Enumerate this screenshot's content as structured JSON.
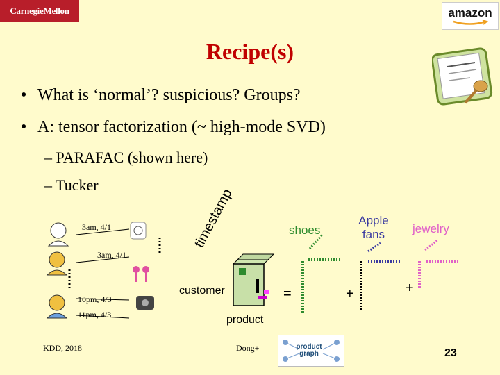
{
  "header": {
    "cmu_logo": "CarnegieMellon",
    "amazon_logo": "amazon"
  },
  "slide": {
    "title": "Recipe(s)",
    "bullets": [
      "What is ‘normal’? suspicious? Groups?",
      "A: tensor factorization (~ high-mode SVD)"
    ],
    "sub_bullets": [
      "– PARAFAC (shown here)",
      "– Tucker"
    ]
  },
  "diagram": {
    "time_labels": [
      "3am, 4/1",
      "3am, 4/1",
      "10pm, 4/3",
      "11pm, 4/3"
    ],
    "axis_timestamp": "timestamp",
    "axis_customer": "customer",
    "axis_product": "product",
    "factor_labels": [
      "shoes",
      "Apple fans",
      "jewelry"
    ],
    "equals": "=",
    "plus": "+",
    "ellipsis": "…",
    "colors": {
      "shoes": "#2e8b2e",
      "apple": "#3a3aa0",
      "jewelry": "#e060c8",
      "accent": "#cc00cc"
    }
  },
  "footer": {
    "left": "KDD, 2018",
    "center": "Dong+",
    "logo_text": "product graph",
    "page_number": "23"
  },
  "icons": [
    "recipe-icon",
    "person-icon",
    "watch-icon",
    "earbuds-icon",
    "speaker-icon"
  ]
}
